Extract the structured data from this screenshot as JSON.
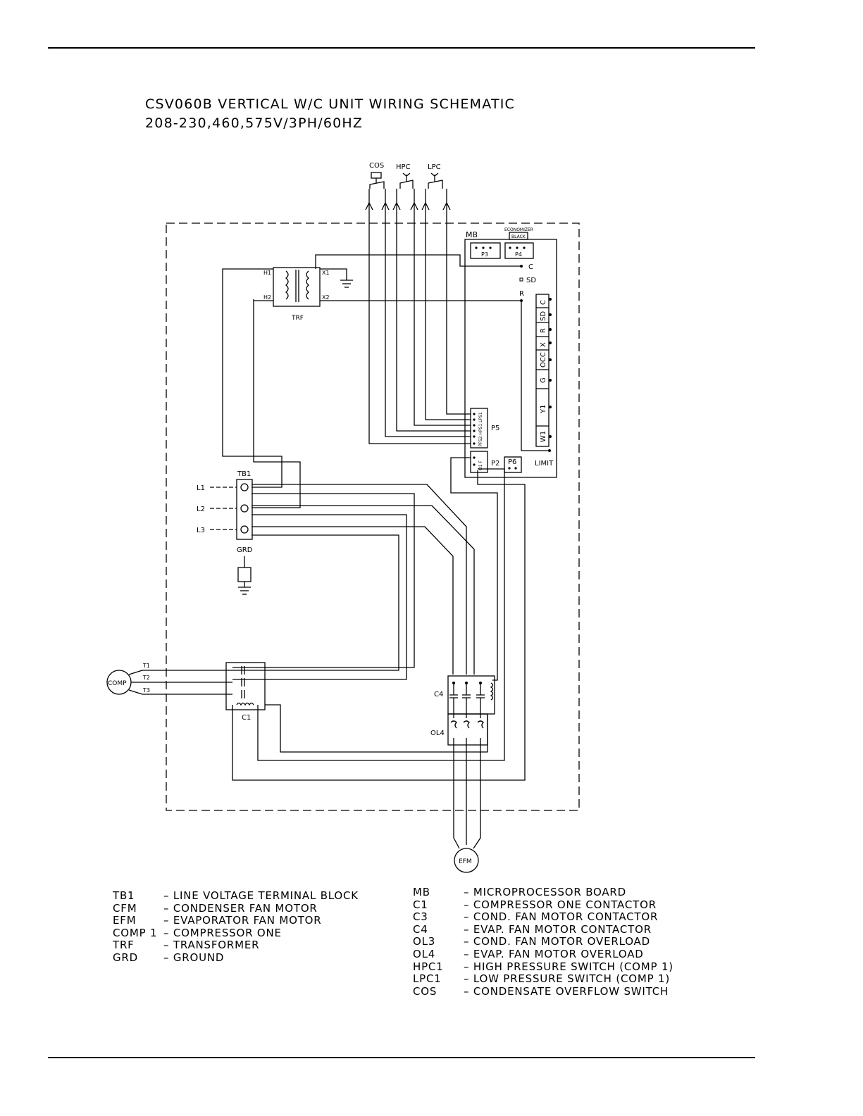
{
  "title": {
    "line1": "CSV060B VERTICAL W/C UNIT WIRING SCHEMATIC",
    "line2": "208-230,460,575V/3PH/60HZ"
  },
  "labels": {
    "cos": "COS",
    "hpc": "HPC",
    "lpc": "LPC",
    "mb": "MB",
    "economizer": "ECONOMIZER",
    "black": "BLACK",
    "p3": "P3",
    "p4": "P4",
    "p5": "P5",
    "p2": "P2",
    "p6": "P6",
    "c": "C",
    "sd": "SD",
    "r": "R",
    "limit": "LIMIT",
    "h1": "H1",
    "h2": "H2",
    "x1": "X1",
    "x2": "X2",
    "trf": "TRF",
    "tb1": "TB1",
    "l1": "L1",
    "l2": "L2",
    "l3": "L3",
    "grd": "GRD",
    "comp": "COMP",
    "t1": "T1",
    "t2": "T2",
    "t3": "T3",
    "c1": "C1",
    "c4": "C4",
    "ol4": "OL4",
    "efm": "EFM",
    "p5_pins": "PFS2 HPS1 LPS1",
    "p2_pins": "O1 F",
    "term_c": "C",
    "term_sd": "SD",
    "term_r": "R",
    "term_x": "X",
    "term_occ": "OCC",
    "term_g": "G",
    "term_y1": "Y1",
    "term_w1": "W1"
  },
  "legend_left": [
    {
      "code": "TB1",
      "desc": "– LINE VOLTAGE TERMINAL BLOCK"
    },
    {
      "code": "CFM",
      "desc": "– CONDENSER FAN MOTOR"
    },
    {
      "code": "EFM",
      "desc": "– EVAPORATOR FAN MOTOR"
    },
    {
      "code": "COMP 1",
      "desc": "– COMPRESSOR ONE"
    },
    {
      "code": "TRF",
      "desc": "– TRANSFORMER"
    },
    {
      "code": "GRD",
      "desc": "– GROUND"
    }
  ],
  "legend_right": [
    {
      "code": "MB",
      "desc": "– MICROPROCESSOR BOARD"
    },
    {
      "code": "C1",
      "desc": "– COMPRESSOR ONE CONTACTOR"
    },
    {
      "code": "C3",
      "desc": "– COND. FAN MOTOR CONTACTOR"
    },
    {
      "code": "C4",
      "desc": "– EVAP. FAN MOTOR CONTACTOR"
    },
    {
      "code": "OL3",
      "desc": "– COND. FAN MOTOR OVERLOAD"
    },
    {
      "code": "OL4",
      "desc": "– EVAP. FAN MOTOR OVERLOAD"
    },
    {
      "code": "HPC1",
      "desc": "– HIGH PRESSURE SWITCH (COMP 1)"
    },
    {
      "code": "LPC1",
      "desc": "– LOW PRESSURE SWITCH (COMP 1)"
    },
    {
      "code": "COS",
      "desc": "– CONDENSATE OVERFLOW SWITCH"
    }
  ]
}
